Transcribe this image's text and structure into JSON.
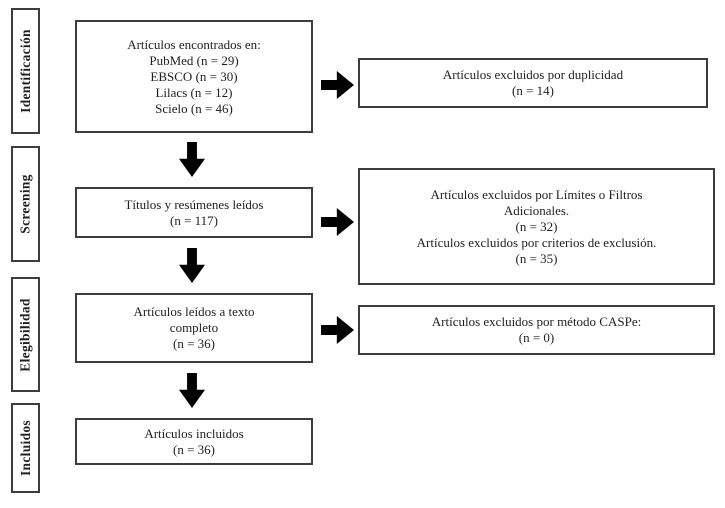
{
  "diagram": {
    "colors": {
      "border": "#3d3d3d",
      "text": "#1f1f1f",
      "arrow": "#000000",
      "background": "#ffffff"
    },
    "stages": [
      {
        "label": "Identificación"
      },
      {
        "label": "Screening"
      },
      {
        "label": "Elegibilidad"
      },
      {
        "label": "Incluidos"
      }
    ],
    "main_boxes": [
      {
        "lines": [
          "Artículos encontrados en:",
          "PubMed (n = 29)",
          "EBSCO (n = 30)",
          "Lilacs (n = 12)",
          "Scielo (n = 46)"
        ]
      },
      {
        "lines": [
          "Títulos y resúmenes leídos",
          "(n = 117)"
        ]
      },
      {
        "lines": [
          "Artículos leídos a texto",
          "completo",
          "(n = 36)"
        ]
      },
      {
        "lines": [
          "Artículos incluidos",
          "(n = 36)"
        ]
      }
    ],
    "exclusion_boxes": [
      {
        "lines": [
          "Artículos excluidos por duplicidad",
          "(n = 14)"
        ]
      },
      {
        "lines": [
          "Artículos excluidos por Límites o Filtros",
          "Adicionales.",
          "(n = 32)",
          "Artículos excluidos por criterios de exclusión.",
          "(n = 35)"
        ]
      },
      {
        "lines": [
          "Artículos excluidos por método CASPe:",
          "(n = 0)"
        ]
      }
    ]
  }
}
